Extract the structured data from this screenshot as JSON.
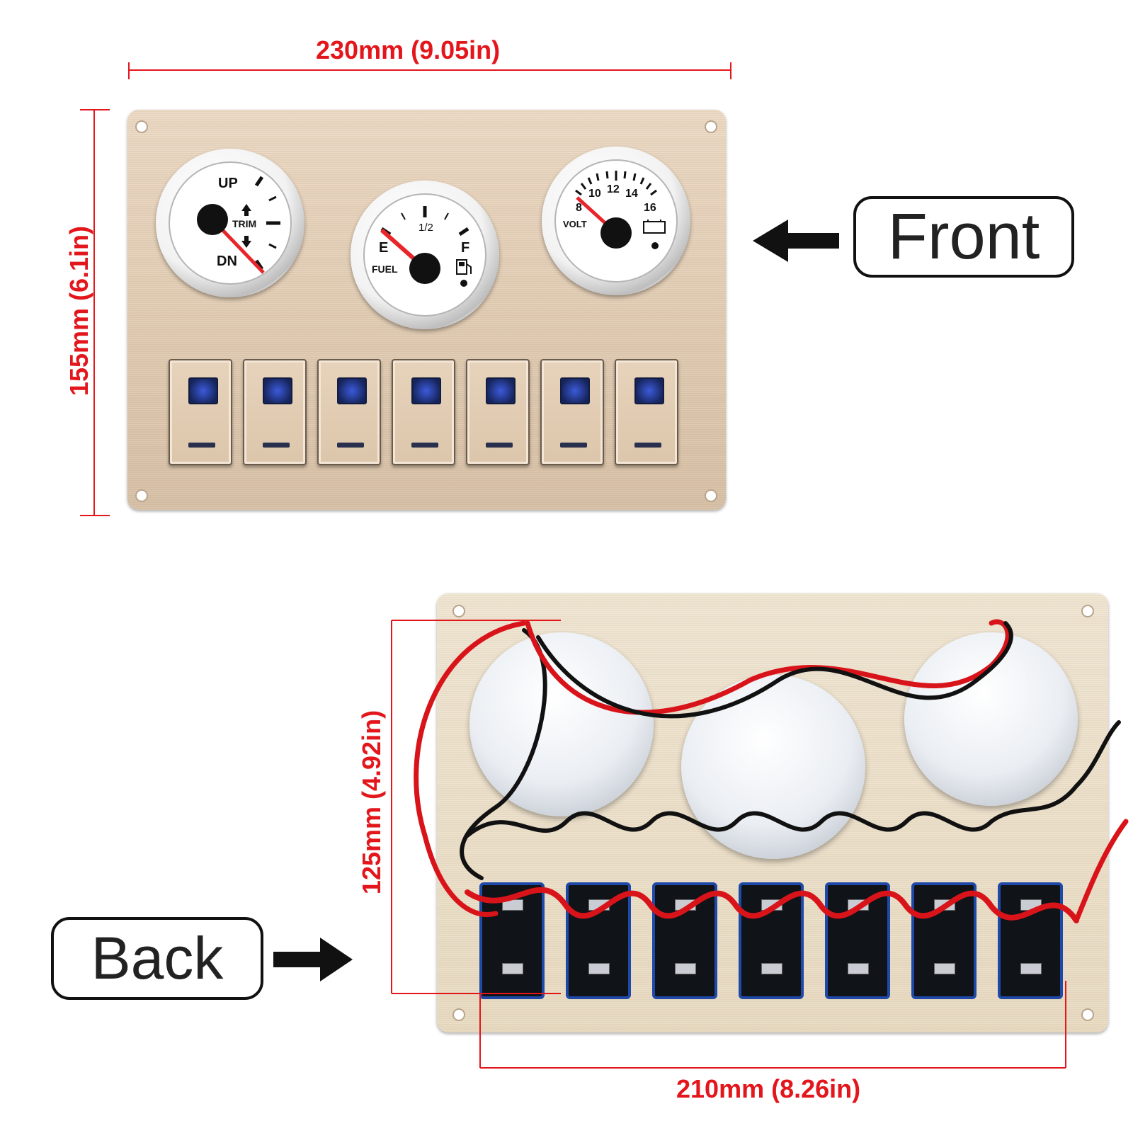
{
  "dimensions": {
    "front_width": "230mm (9.05in)",
    "front_height": "155mm (6.1in)",
    "back_height": "125mm (4.92in)",
    "back_width": "210mm (8.26in)"
  },
  "labels": {
    "front": "Front",
    "back": "Back"
  },
  "gauges": {
    "trim": {
      "up": "UP",
      "name": "TRIM",
      "dn": "DN"
    },
    "fuel": {
      "empty": "E",
      "half": "1/2",
      "full": "F",
      "name": "FUEL"
    },
    "volt": {
      "t8": "8",
      "t10": "10",
      "t12": "12",
      "t14": "14",
      "t16": "16",
      "name": "VOLT"
    }
  },
  "switch_count": 7,
  "colors": {
    "dimension": "#e3161c",
    "plate": "#e3cdb4",
    "needle": "#e8252a",
    "led": "#2e4cc8",
    "wire_red": "#d8141a",
    "wire_black": "#111111"
  },
  "icons": [
    "left-arrow-icon",
    "right-arrow-icon",
    "fuel-pump-icon",
    "battery-icon"
  ]
}
